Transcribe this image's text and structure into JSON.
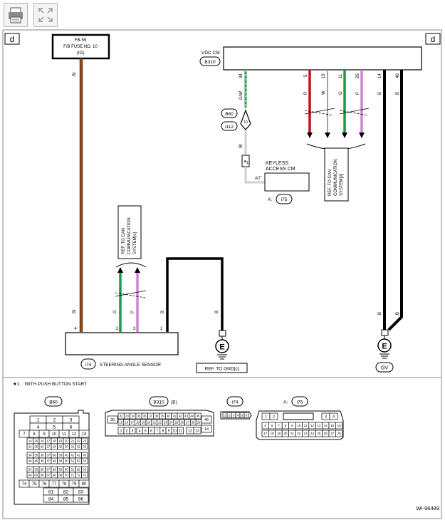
{
  "toolbar": {
    "print_icon": "printer-icon",
    "fullscreen_icon": "expand-icon"
  },
  "page_marker": "d",
  "fuse": {
    "line1": "FB-59",
    "line2": "F/B FUSE NO. 10",
    "line3": "(IG)"
  },
  "vdc": {
    "title": "VDC CM",
    "connector": "B310",
    "pins": [
      "34",
      "5",
      "19",
      "11",
      "25",
      "14",
      "46"
    ],
    "wires": [
      "G/W",
      "R",
      "W",
      "G",
      "P",
      "B",
      "B"
    ]
  },
  "splice": {
    "c1": "B60",
    "c2": "i112",
    "pin": "10"
  },
  "keyless": {
    "line1": "KEYLESS",
    "line2": "ACCESS CM",
    "pin": "A7",
    "connector": "A:",
    "connector_id": "i75",
    "note_mark": "★",
    "note_num": "1"
  },
  "can_ref_right": {
    "l1": "REF. TO CAN",
    "l2": "COMMUNICATION",
    "l3": "SYSTEM[d]"
  },
  "can_ref_left": {
    "l1": "REF. TO CAN",
    "l2": "COMMUNICATION",
    "l3": "SYSTEM[c]"
  },
  "left_wires": {
    "br1": "Br",
    "br2": "Br",
    "g": "G",
    "p": "P",
    "b1": "B",
    "b2": "B"
  },
  "sensor": {
    "label": "STEERING ANGLE SENSOR",
    "connector": "i74",
    "pins": [
      "4",
      "2",
      "3",
      "1"
    ]
  },
  "ground_ref": "REF. TO GND[c]",
  "ground_gv": "GV",
  "right_b": {
    "b1": "B",
    "b2": "B"
  },
  "e_mark": "E",
  "footnote": "★1. : WITH PUSH BUTTON START",
  "connectors": {
    "b60": "B60",
    "b60_rows": [
      [
        "1",
        "2",
        "3"
      ],
      [
        "4",
        "5",
        "6"
      ],
      [
        "7",
        "8",
        "9",
        "10",
        "11",
        "12",
        "13"
      ],
      [
        "14",
        "15",
        "16",
        "17",
        "18",
        "19",
        "20",
        "21",
        "22",
        "23"
      ],
      [
        "24",
        "25",
        "26",
        "27",
        "28",
        "29",
        "30",
        "31",
        "32",
        "33"
      ],
      [
        "34",
        "35",
        "36",
        "37",
        "38",
        "39",
        "40",
        "41",
        "42",
        "43"
      ],
      [
        "44",
        "45",
        "46",
        "47",
        "48",
        "49",
        "50",
        "51",
        "52",
        "53"
      ],
      [
        "54",
        "55",
        "56",
        "57",
        "58",
        "59",
        "60",
        "61",
        "62",
        "63"
      ],
      [
        "64",
        "65",
        "66",
        "67",
        "68",
        "69",
        "70",
        "71",
        "72",
        "73"
      ],
      [
        "74",
        "75",
        "76",
        "77",
        "78",
        "79",
        "80"
      ],
      [
        "81",
        "82",
        "83"
      ],
      [
        "84",
        "85",
        "86"
      ]
    ],
    "b310": "B310",
    "b310_sub": "(B)",
    "b310_row1": [
      "32",
      "33",
      "34",
      "35",
      "36",
      "37",
      "38",
      "39",
      "40",
      "41",
      "42",
      "43",
      "44",
      "45"
    ],
    "b310_row2": [
      "15",
      "16",
      "17",
      "18",
      "19",
      "20",
      "21",
      "22",
      "23",
      "24",
      "25",
      "26",
      "27",
      "28",
      "29"
    ],
    "b310_row3a": [
      "1",
      "2",
      "3"
    ],
    "b310_row3b": [
      "4",
      "5",
      "6",
      "7",
      "8",
      "9",
      "10",
      "11"
    ],
    "b310_row3c": [
      "12",
      "13"
    ],
    "b310_side_left": "30",
    "b310_side_right1": "46",
    "b310_side_right2": "14",
    "i74": "i74",
    "i74_pins": [
      "1",
      "2",
      "3",
      "4",
      "5",
      "6"
    ],
    "i75_prefix": "A:",
    "i75": "i75",
    "i75_row1a": [
      "1",
      "2"
    ],
    "i75_row1b": [
      "3",
      "4"
    ],
    "i75_row2": [
      "5",
      "6",
      "7",
      "8",
      "9",
      "10",
      "11",
      "12",
      "13",
      "14",
      "15",
      "16"
    ],
    "i75_row3": [
      "17",
      "18",
      "19",
      "20",
      "21",
      "22",
      "23",
      "24",
      "25",
      "26",
      "27",
      "28"
    ]
  },
  "figure_id": "WI-96489",
  "colors": {
    "brown": "#8b4a1c",
    "red": "#c0121c",
    "green": "#1e9a4a",
    "pink": "#cf86cf",
    "white_wire": "#e9e9e9",
    "black": "#000000",
    "gray": "#9a9a9a"
  }
}
